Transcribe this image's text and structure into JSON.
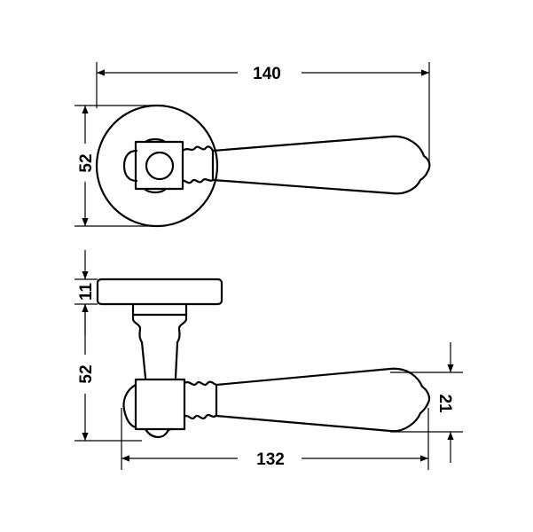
{
  "drawing": {
    "top_view": {
      "width_dimension": "140",
      "rose_height_dimension": "52"
    },
    "side_view": {
      "rose_thickness_dimension": "11",
      "height_dimension": "52",
      "lever_height_dimension": "21",
      "length_dimension": "132"
    }
  }
}
